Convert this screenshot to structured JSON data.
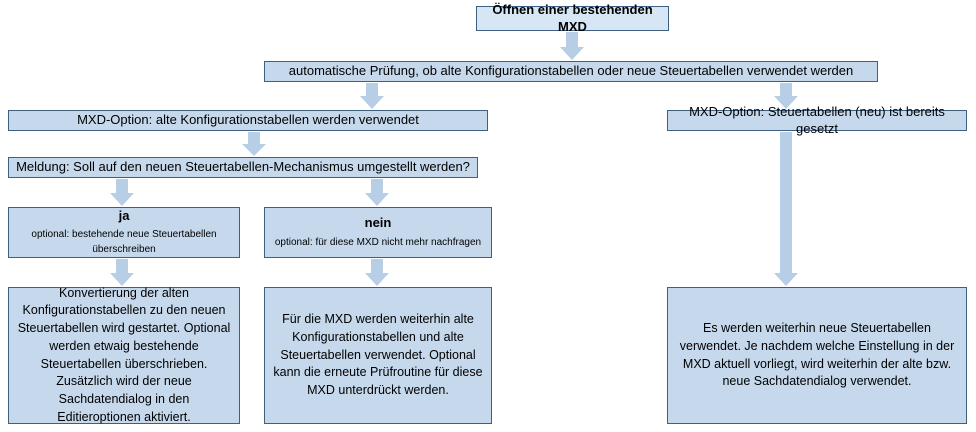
{
  "colors": {
    "box_fill": "#c6d9ec",
    "box_border": "#3f5f80",
    "arrow": "#b8cde6"
  },
  "nodes": {
    "start": "Öffnen einer bestehenden MXD",
    "check": "automatische Prüfung, ob alte Konfigurationstabellen oder neue Steuertabellen verwendet werden",
    "opt_old": "MXD-Option: alte Konfigurationstabellen werden verwendet",
    "opt_new": "MXD-Option: Steuertabellen (neu) ist bereits gesetzt",
    "prompt": "Meldung: Soll auf den neuen Steuertabellen-Mechanismus umgestellt werden?",
    "yes_title": "ja",
    "yes_sub": "optional: bestehende neue Steuertabellen überschreiben",
    "no_title": "nein",
    "no_sub": "optional: für diese MXD nicht mehr nachfragen",
    "yes_result": "Konvertierung der alten Konfigurationstabellen zu den neuen Steuertabellen wird gestartet. Optional werden etwaig bestehende Steuertabellen überschrieben. Zusätzlich wird der neue Sachdatendialog in den Editieroptionen aktiviert.",
    "no_result": "Für die MXD werden weiterhin alte Konfigurationstabellen und alte Steuertabellen verwendet. Optional kann die erneute Prüfroutine für diese MXD unterdrückt werden.",
    "new_result": "Es werden weiterhin neue Steuertabellen verwendet. Je nachdem welche Einstellung in der MXD aktuell vorliegt, wird weiterhin der alte bzw. neue Sachdatendialog verwendet."
  }
}
